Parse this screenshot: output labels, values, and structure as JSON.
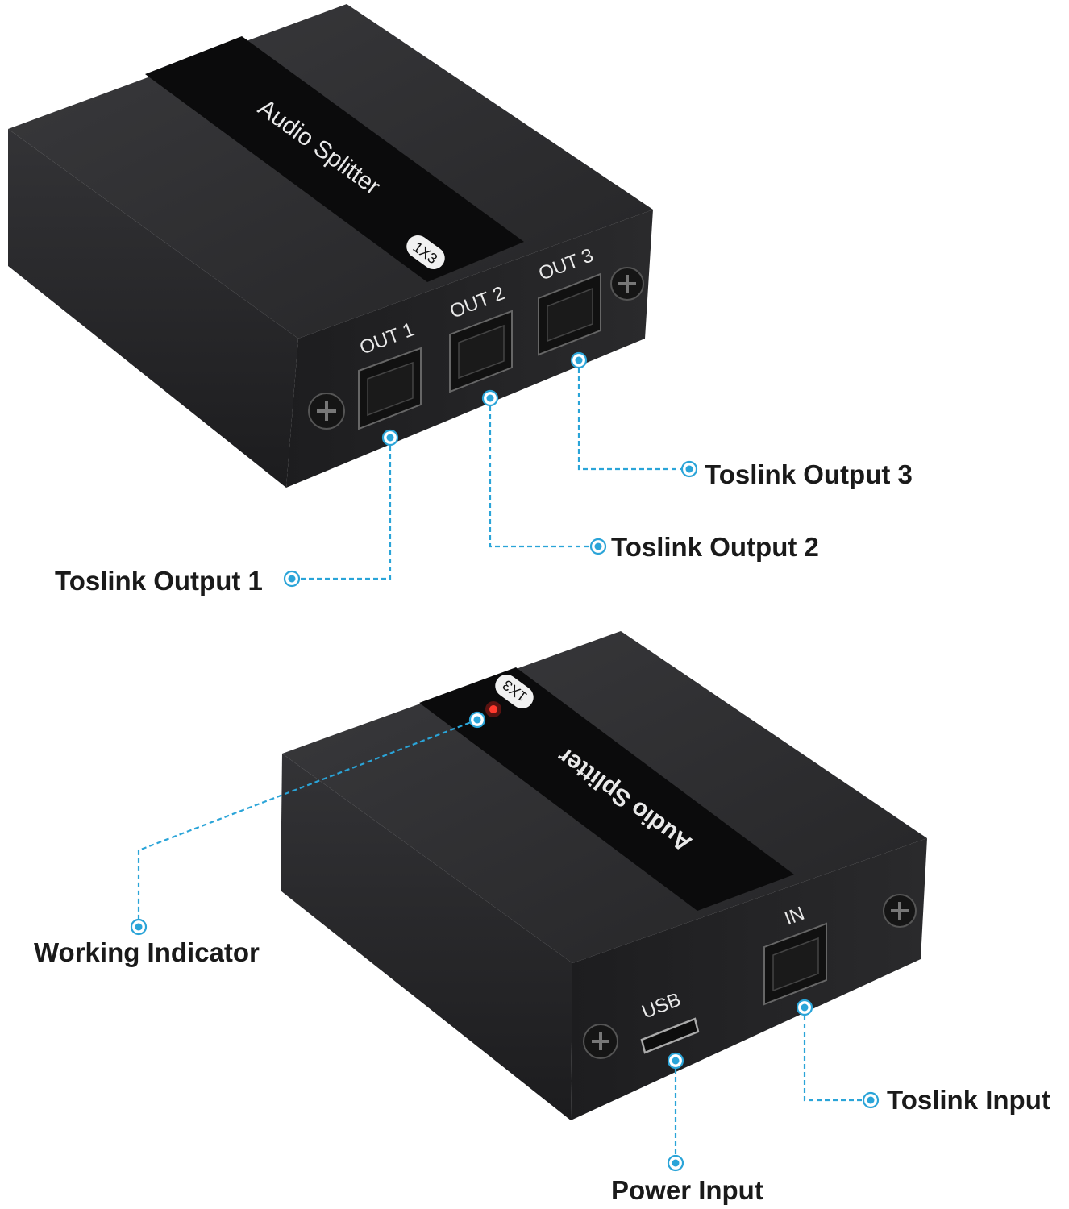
{
  "devices": {
    "top": {
      "brand": "Audio Splitter",
      "badge": "1X3",
      "port_labels": [
        "OUT 1",
        "OUT 2",
        "OUT 3"
      ]
    },
    "bottom": {
      "brand": "Audio Splitter",
      "badge": "1X3",
      "in_label": "IN",
      "usb_label": "USB"
    }
  },
  "callouts": {
    "output1": "Toslink Output 1",
    "output2": "Toslink Output 2",
    "output3": "Toslink Output 3",
    "indicator": "Working Indicator",
    "input": "Toslink Input",
    "power": "Power Input"
  },
  "colors": {
    "callout_accent": "#2aa4d8",
    "led": "#e8231c",
    "body": "#2b2b2d"
  }
}
